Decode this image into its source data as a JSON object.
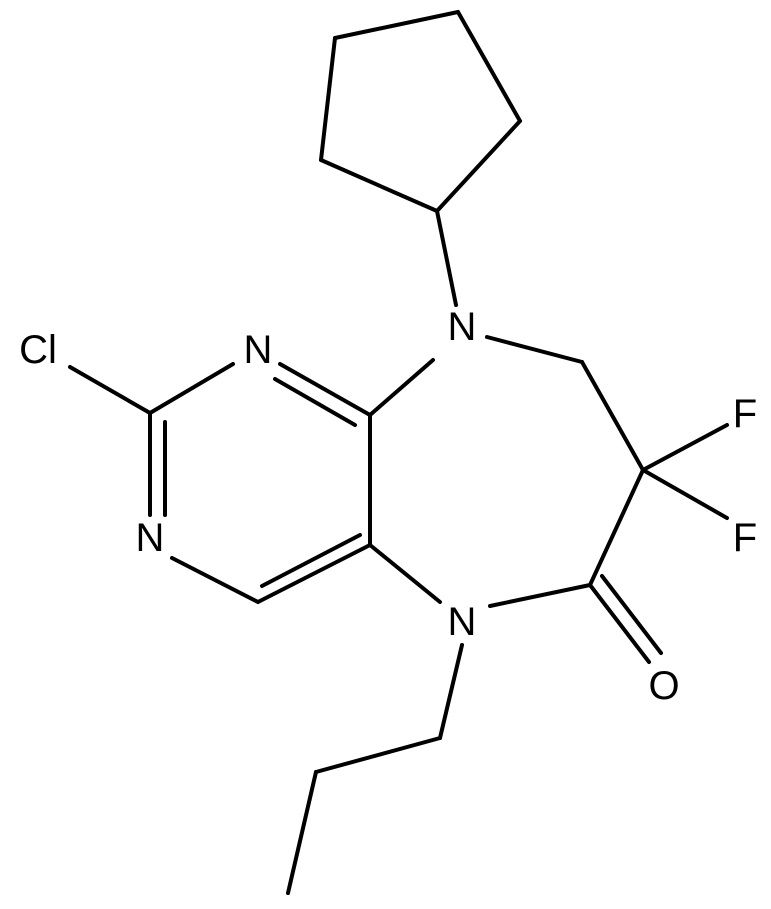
{
  "molecule": {
    "atom_labels": {
      "cl": "Cl",
      "n_pyrimidine_top": "N",
      "n_pyrimidine_left": "N",
      "n_cyclopentyl": "N",
      "n_propyl": "N",
      "f_top": "F",
      "f_bottom": "F",
      "o_carbonyl": "O"
    },
    "colors": {
      "bond": "#000000",
      "label": "#000000",
      "background": "#ffffff"
    }
  }
}
